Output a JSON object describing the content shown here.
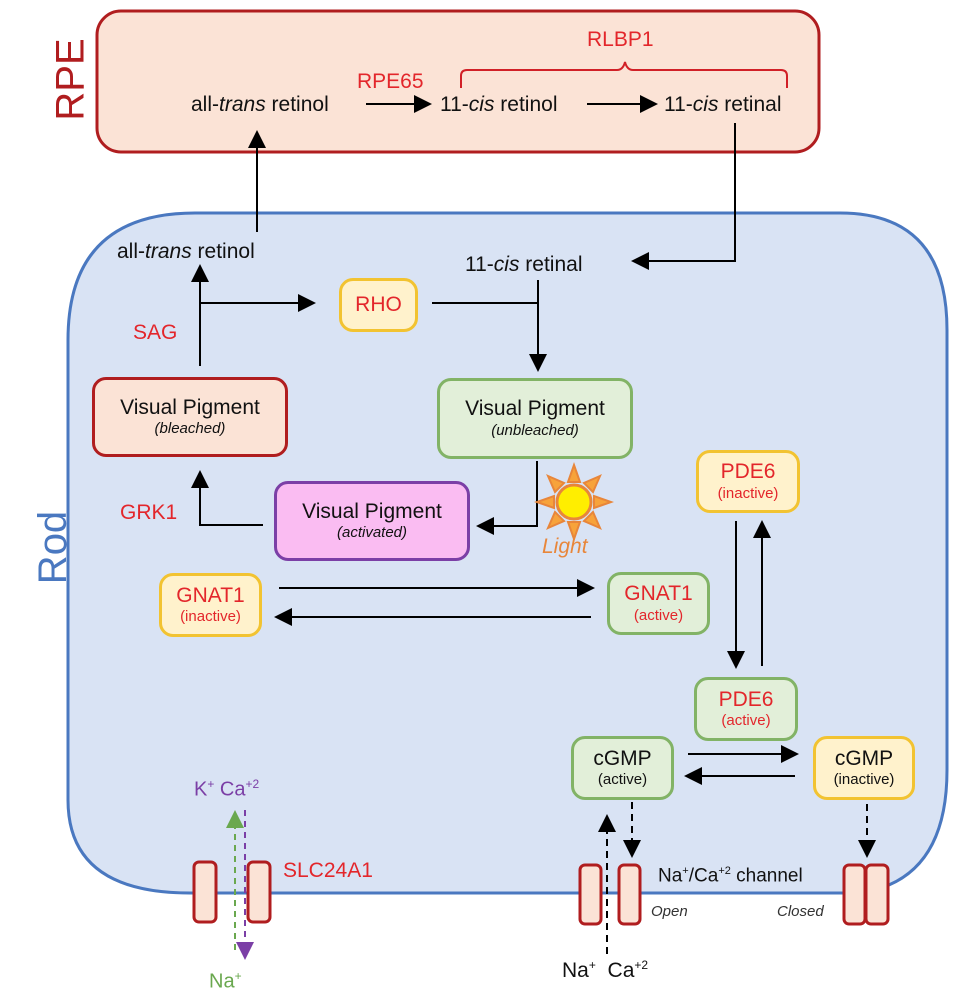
{
  "compartments": {
    "rpe": {
      "label": "RPE",
      "color": "#b01d1f",
      "fill": "#fbe3d6"
    },
    "rod": {
      "label": "Rod",
      "color": "#4a78c0",
      "fill": "#d9e3f4"
    }
  },
  "rpe": {
    "all_trans_prefix": "all-",
    "all_trans_italic": "trans",
    "all_trans_suffix": " retinol",
    "enzyme_rpe65": "RPE65",
    "enzyme_rlbp1": "RLBP1",
    "cis_retinol_prefix": "11-",
    "cis_retinol_italic": "cis",
    "cis_retinol_suffix": " retinol",
    "cis_retinal_prefix": "11-",
    "cis_retinal_italic": "cis",
    "cis_retinal_suffix": " retinal"
  },
  "rod": {
    "all_trans_prefix": "all-",
    "all_trans_italic": "trans",
    "all_trans_suffix": " retinol",
    "cis_retinal_prefix": "11-",
    "cis_retinal_italic": "cis",
    "cis_retinal_suffix": " retinal",
    "sag": "SAG",
    "grk1": "GRK1",
    "rho": "RHO",
    "vp_bleached": {
      "title": "Visual Pigment",
      "state": "(bleached)"
    },
    "vp_unbleached": {
      "title": "Visual Pigment",
      "state": "(unbleached)"
    },
    "vp_activated": {
      "title": "Visual Pigment",
      "state": "(activated)"
    },
    "light": "Light",
    "gnat1_inactive": {
      "title": "GNAT1",
      "state": "(inactive)"
    },
    "gnat1_active": {
      "title": "GNAT1",
      "state": "(active)"
    },
    "pde6_inactive": {
      "title": "PDE6",
      "state": "(inactive)"
    },
    "pde6_active": {
      "title": "PDE6",
      "state": "(active)"
    },
    "cgmp_active": {
      "title": "cGMP",
      "state": "(active)"
    },
    "cgmp_inactive": {
      "title": "cGMP",
      "state": "(inactive)"
    }
  },
  "membrane": {
    "exchanger": "SLC24A1",
    "exchanger_out_k": "K",
    "exchanger_out_k_sup": "+",
    "exchanger_out_ca": "Ca",
    "exchanger_out_ca_sup": "+2",
    "exchanger_in_na": "Na",
    "exchanger_in_na_sup": "+",
    "channel_label_na": "Na",
    "channel_label_na_sup": "+",
    "channel_label_ca": "/Ca",
    "channel_label_ca_sup": "+2",
    "channel_label_suffix": " channel",
    "open": "Open",
    "closed": "Closed",
    "ion_na": "Na",
    "ion_na_sup": "+",
    "ion_ca": "Ca",
    "ion_ca_sup": "+2"
  },
  "colors": {
    "gene_red": "#e3262b",
    "light_orange": "#e8863a",
    "sun_yellow": "#ffee00",
    "ion_purple": "#7b3fa6",
    "ion_green": "#6aa84f"
  }
}
